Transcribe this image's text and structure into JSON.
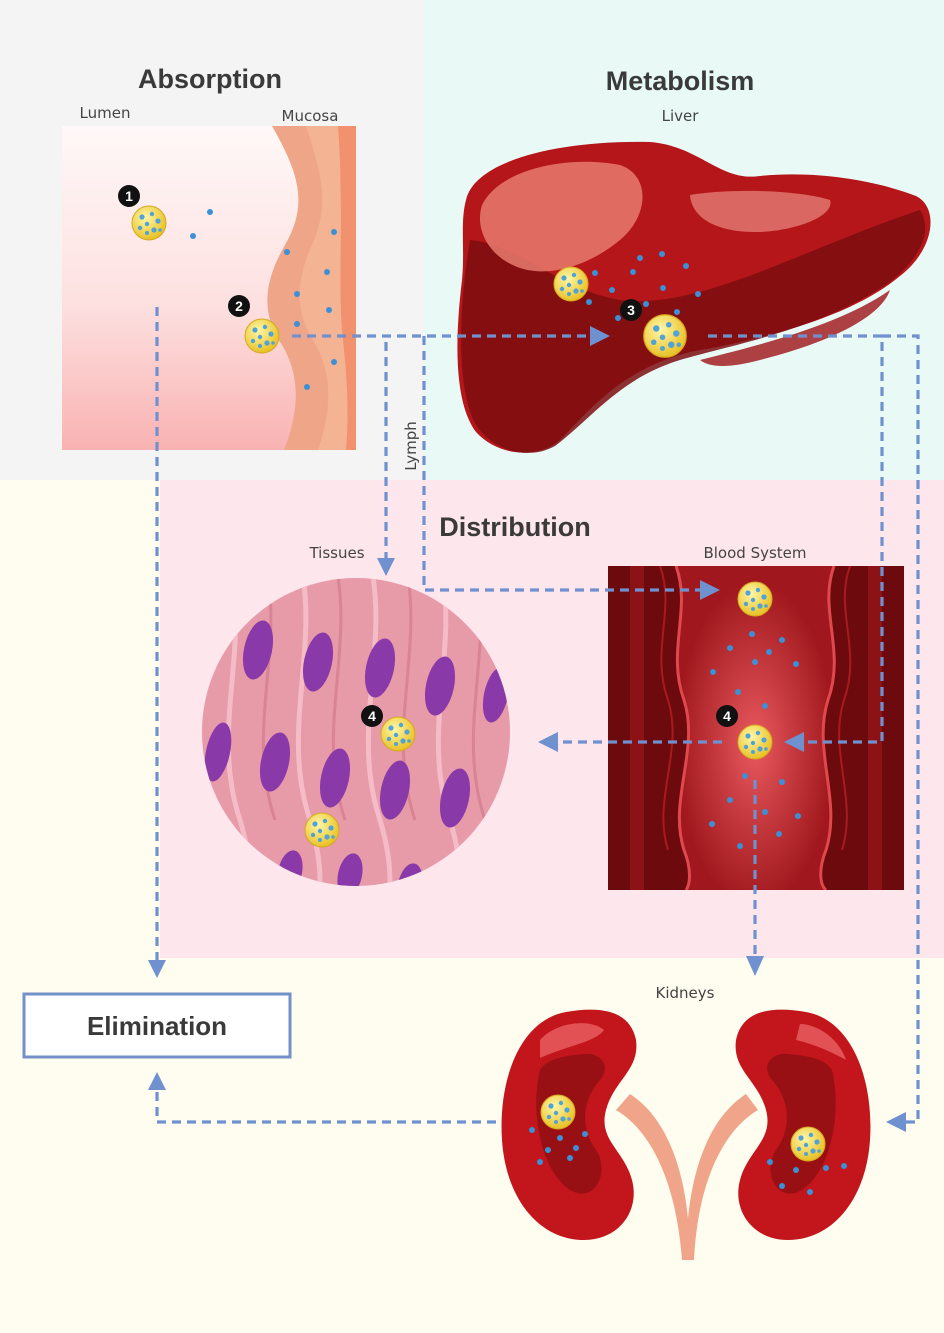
{
  "sections": {
    "absorption": "Absorption",
    "metabolism": "Metabolism",
    "distribution": "Distribution",
    "elimination": "Elimination"
  },
  "labels": {
    "lumen": "Lumen",
    "mucosa": "Mucosa",
    "liver": "Liver",
    "lymph": "Lymph",
    "tissues": "Tissues",
    "blood_system": "Blood System",
    "kidneys": "Kidneys"
  },
  "steps": [
    "1",
    "2",
    "3",
    "4",
    "4"
  ],
  "colors": {
    "absorption_bg": "#f5f4f4",
    "metabolism_bg": "#e9faf6",
    "distribution_bg": "#fde6ec",
    "page_bg": "#fefdf0",
    "arrow": "#6f91cf",
    "drug_particle": "#f2d43c",
    "liver": "#b5161a",
    "kidney": "#c2161c",
    "blood_vessel": "#7a0c10",
    "tissue": "#e79aa8",
    "cell_nucleus": "#8a3aa8"
  }
}
